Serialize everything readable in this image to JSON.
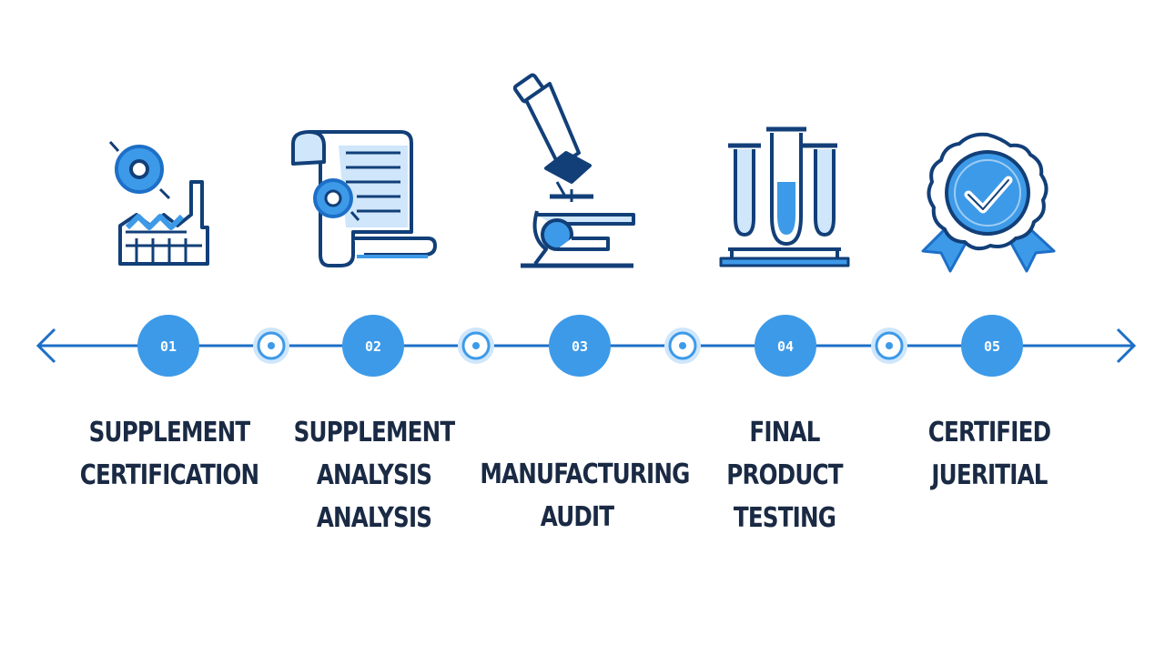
{
  "colors": {
    "accent": "#3d9ae8",
    "accent_light": "#cfe6fb",
    "line": "#1d6fc7",
    "dark": "#123f78",
    "text": "#1a2a44"
  },
  "steps": [
    {
      "icon": "factory-icon",
      "number": "01",
      "label_lines": [
        "SUPPLEMENT",
        "CERTIFICATION"
      ]
    },
    {
      "icon": "document-seal-icon",
      "number": "02",
      "label_lines": [
        "SUPPLEMENT",
        "ANALYSIS",
        "ANALYSIS"
      ]
    },
    {
      "icon": "microscope-icon",
      "number": "03",
      "label_lines": [
        "MANUFACTURING",
        "AUDIT"
      ]
    },
    {
      "icon": "test-tubes-icon",
      "number": "04",
      "label_lines": [
        "FINAL",
        "PRODUCT",
        "TESTING"
      ]
    },
    {
      "icon": "certified-badge-icon",
      "number": "05",
      "label_lines": [
        "CERTIFIED",
        "JUERITIAL"
      ]
    }
  ]
}
